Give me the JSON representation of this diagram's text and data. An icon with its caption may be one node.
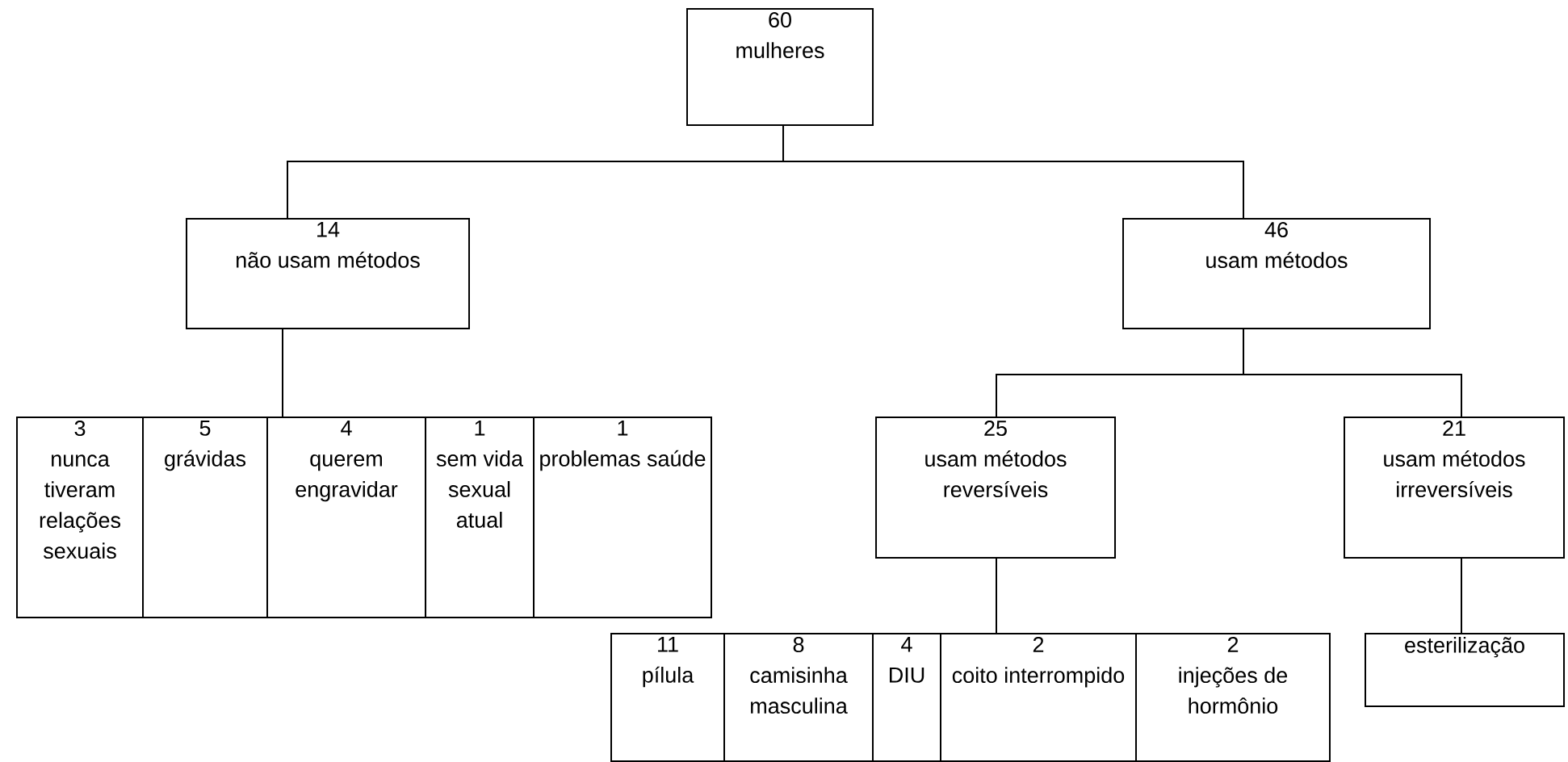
{
  "diagram": {
    "nodes": [
      {
        "text": [
          "60",
          "mulheres"
        ]
      },
      {
        "text": [
          "14",
          "não usam métodos"
        ]
      },
      {
        "text": [
          "46",
          "usam métodos"
        ]
      },
      {
        "text": [
          "3",
          "nunca tiveram relações sexuais"
        ]
      },
      {
        "text": [
          "5",
          "grávidas"
        ]
      },
      {
        "text": [
          "4",
          "querem engravidar"
        ]
      },
      {
        "text": [
          "1",
          "sem vida sexual atual"
        ]
      },
      {
        "text": [
          "1",
          "problemas saúde"
        ]
      },
      {
        "text": [
          "25",
          "usam métodos reversíveis"
        ]
      },
      {
        "text": [
          "21",
          "usam métodos irreversíveis"
        ]
      },
      {
        "text": [
          "11",
          "pílula"
        ]
      },
      {
        "text": [
          "8",
          "camisinha masculina"
        ]
      },
      {
        "text": [
          "4",
          "DIU"
        ]
      },
      {
        "text": [
          "2",
          "coito interrompido"
        ]
      },
      {
        "text": [
          "2",
          "injeções de hormônio"
        ]
      },
      {
        "text": [
          "esterilização"
        ]
      }
    ],
    "edges": [
      {
        "from": 0,
        "to": 1,
        "arrow": "none"
      },
      {
        "from": 0,
        "to": 2,
        "arrow": "none"
      },
      {
        "from": 2,
        "to": 8,
        "arrow": "none"
      },
      {
        "from": 2,
        "to": 9,
        "arrow": "none"
      },
      {
        "from": 1,
        "to": 5,
        "arrow": "none"
      },
      {
        "from": 8,
        "to": 13,
        "arrow": "none"
      },
      {
        "from": 9,
        "to": 15,
        "arrow": "none"
      }
    ]
  }
}
